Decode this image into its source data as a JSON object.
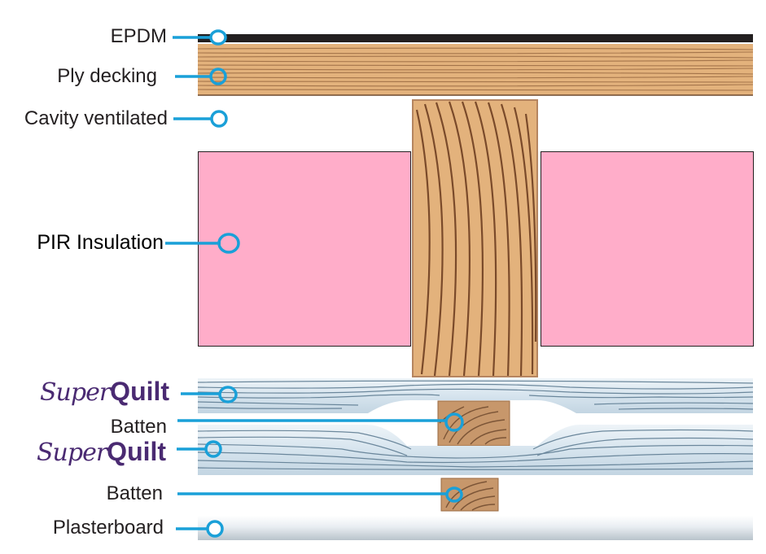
{
  "labels": {
    "epdm": "EPDM",
    "ply_decking": "Ply decking",
    "cavity": "Cavity ventilated",
    "pir": "PIR Insulation",
    "batten_upper": "Batten",
    "batten_lower": "Batten",
    "plasterboard": "Plasterboard"
  },
  "brand": {
    "prefix": "Super",
    "suffix": "Quilt"
  },
  "colors": {
    "leader": "#1aa0d8",
    "epdm": "#231f20",
    "wood": "#e3b27c",
    "wood_grain": "#8a5a36",
    "pir": "#ffadc9",
    "quilt": "#dde9f1",
    "quilt_line": "#5f7d93",
    "plasterboard": "#e9eef2",
    "brand": "#4a2a72"
  }
}
